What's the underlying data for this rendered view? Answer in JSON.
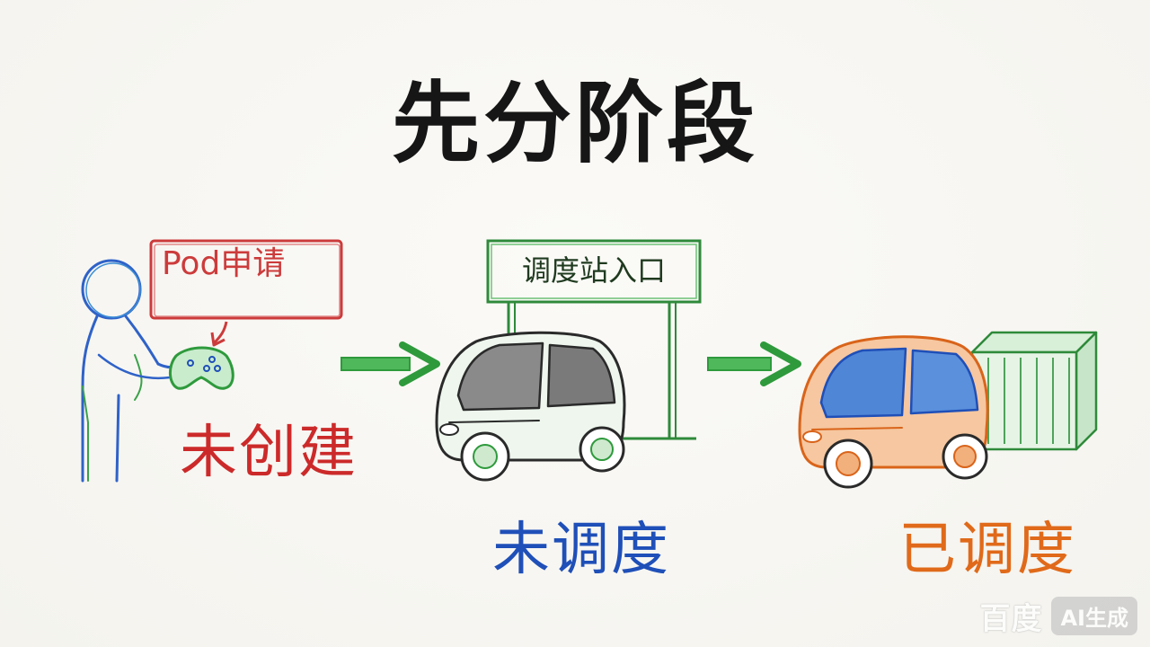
{
  "title": "先分阶段",
  "stages": [
    {
      "label": "未创建",
      "color": "#cc2a2a"
    },
    {
      "label": "未调度",
      "color": "#1f4fb8"
    },
    {
      "label": "已调度",
      "color": "#e06a1a"
    }
  ],
  "pod_request_tag": "Pod申请",
  "scheduler_sign": "调度站入口",
  "watermark": {
    "logo": "百度",
    "badge": "AI生成"
  },
  "colors": {
    "title": "#161616",
    "arrow": "#2e9a3c",
    "sign_border": "#2e8a3a",
    "tag": "#cc3b3b"
  }
}
